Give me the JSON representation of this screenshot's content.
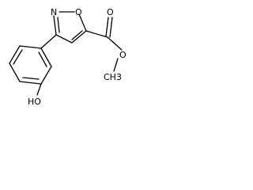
{
  "molecule": {
    "atoms": {
      "ring_n": "N",
      "ring_o": "O",
      "carbonyl_o": "O",
      "ester_o": "O",
      "methyl": "CH3",
      "hydroxyl": "HO"
    },
    "line_color": "#000000",
    "background": "#ffffff"
  }
}
